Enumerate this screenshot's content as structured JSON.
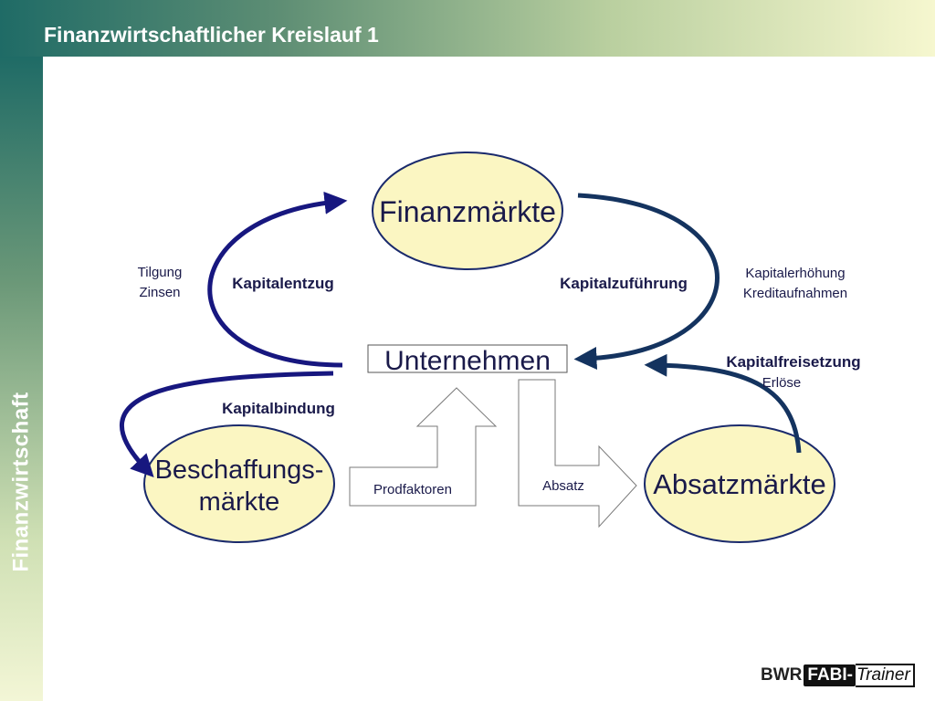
{
  "header": {
    "title": "Finanzwirtschaftlicher Kreislauf 1"
  },
  "sidebar": {
    "label": "Finanzwirtschaft"
  },
  "diagram": {
    "nodes": {
      "finanzmaerkte": "Finanzmärkte",
      "unternehmen": "Unternehmen",
      "beschaffung_line1": "Beschaffungs-",
      "beschaffung_line2": "märkte",
      "absatzmaerkte": "Absatzmärkte"
    },
    "flows": {
      "kapitalentzug": "Kapitalentzug",
      "kapitalzufuehrung": "Kapitalzuführung",
      "kapitalbindung": "Kapitalbindung",
      "kapitalfreisetzung": "Kapitalfreisetzung",
      "prodfaktoren": "Prodfaktoren",
      "absatz": "Absatz"
    },
    "annotations": {
      "tilgung": "Tilgung",
      "zinsen": "Zinsen",
      "kapitalerhoehung": "Kapitalerhöhung",
      "kreditaufnahmen": "Kreditaufnahmen",
      "erloese": "Erlöse"
    },
    "colors": {
      "ellipse_fill": "#fbf6c2",
      "ellipse_stroke": "#1a2a6c",
      "arrow_left": "#17177f",
      "arrow_right": "#14335f",
      "block_arrow_stroke": "#7a7a7a"
    }
  },
  "footer": {
    "logo_bwr": "BWR",
    "logo_fabi": "FABI-",
    "logo_trainer": "Trainer"
  }
}
